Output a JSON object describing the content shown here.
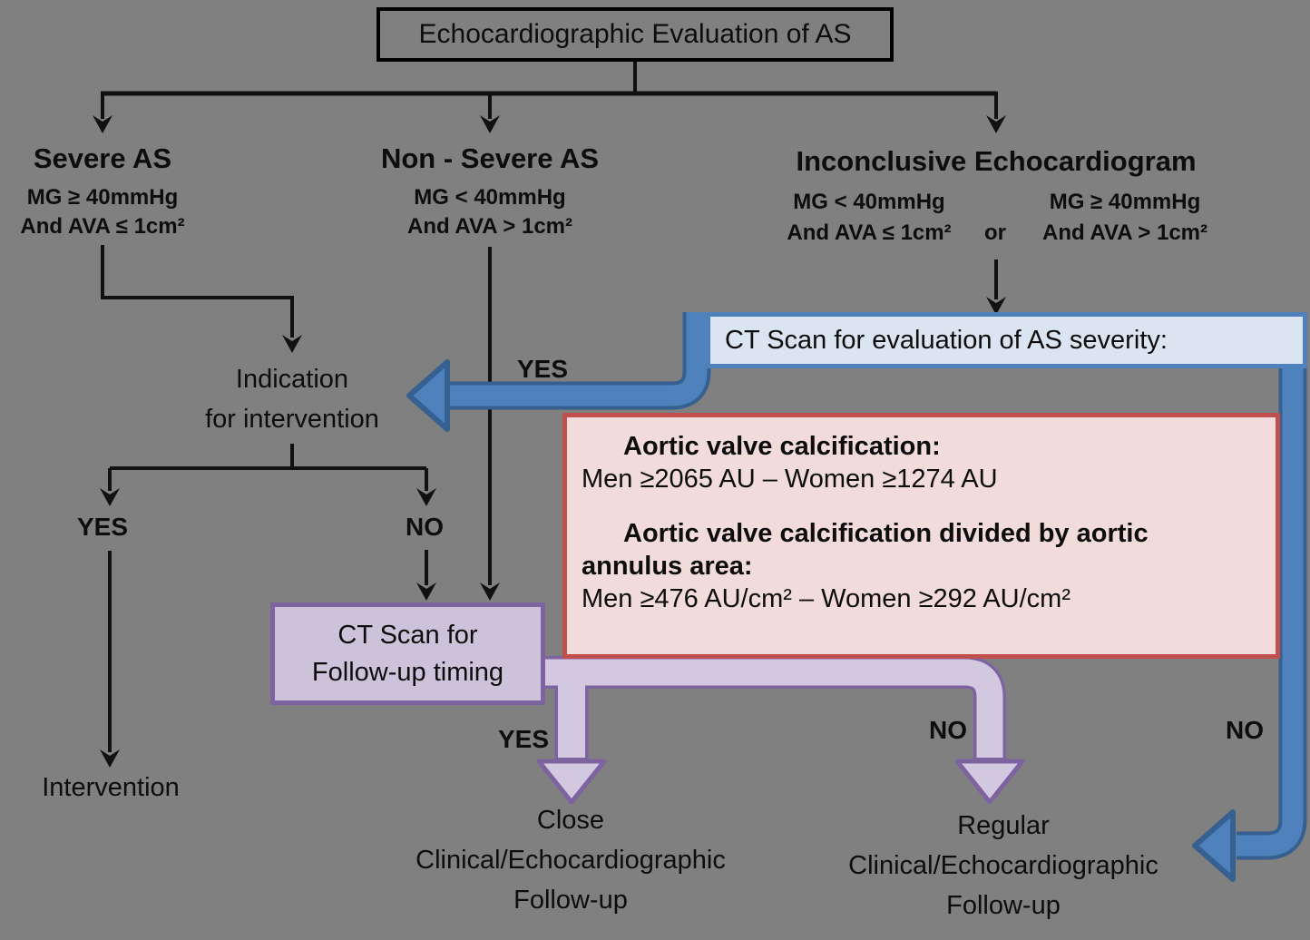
{
  "title": "Echocardiographic Evaluation of AS",
  "branches": {
    "severe": {
      "heading": "Severe AS",
      "criteria1": "MG ≥ 40mmHg",
      "criteria2": "And AVA ≤ 1cm²"
    },
    "non_severe": {
      "heading": "Non - Severe AS",
      "criteria1": "MG < 40mmHg",
      "criteria2": "And AVA > 1cm²"
    },
    "inconclusive": {
      "heading": "Inconclusive Echocardiogram",
      "option_a": {
        "criteria1": "MG < 40mmHg",
        "criteria2": "And AVA ≤ 1cm²"
      },
      "or_label": "or",
      "option_b": {
        "criteria1": "MG ≥ 40mmHg",
        "criteria2": "And AVA > 1cm²"
      }
    }
  },
  "nodes": {
    "indication_line1": "Indication",
    "indication_line2": "for intervention",
    "intervention": "Intervention",
    "ct_severity": "CT Scan for evaluation of AS severity:",
    "ct_followup_line1": "CT Scan for",
    "ct_followup_line2": "Follow-up timing",
    "close_line1": "Close",
    "close_line2": "Clinical/Echocardiographic",
    "close_line3": "Follow-up",
    "regular_line1": "Regular",
    "regular_line2": "Clinical/Echocardiographic",
    "regular_line3": "Follow-up"
  },
  "criteria_box": {
    "heading1": "Aortic valve calcification:",
    "values1": "Men ≥2065 AU – Women ≥1274 AU",
    "heading2": "Aortic valve calcification divided by aortic annulus area:",
    "values2": "Men ≥476 AU/cm² – Women ≥292 AU/cm²"
  },
  "labels": {
    "yes_non_severe": "YES",
    "yes_indication": "YES",
    "no_indication": "NO",
    "yes_followup": "YES",
    "no_followup": "NO",
    "no_severity": "NO"
  },
  "colors": {
    "background": "#808080",
    "blue_accent": "#4f81bd",
    "blue_dark": "#36608f",
    "blue_fill": "#dbe5f1",
    "red_accent": "#c0504d",
    "pink_fill": "#f2dcdb",
    "purple_accent": "#7d63a0",
    "purple_fill": "#ccc2da",
    "purple_ribbon": "#d2c9e1",
    "line_black": "#111111"
  }
}
